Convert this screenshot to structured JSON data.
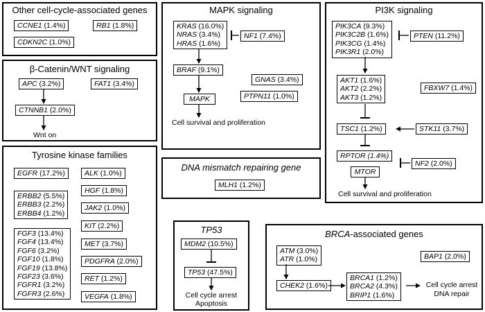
{
  "panels": {
    "other": {
      "title": "Other cell-cycle-associated genes",
      "genes": {
        "ccne1": {
          "name": "CCNE1",
          "pct": " (1.4%)"
        },
        "rb1": {
          "name": "RB1",
          "pct": " (1.8%)"
        },
        "cdkn2c": {
          "name": "CDKN2C",
          "pct": " (1.0%)"
        }
      }
    },
    "wnt": {
      "title": "β-Catenin/WNT signaling",
      "genes": {
        "apc": {
          "name": "APC",
          "pct": " (3.2%)"
        },
        "fat1": {
          "name": "FAT1",
          "pct": " (3.4%)"
        },
        "ctnnb1": {
          "name": "CTNNB1",
          "pct": " (2.0%)"
        }
      },
      "outcome": "Wnt on"
    },
    "rtk": {
      "title": "Tyrosine kinase families",
      "genes": {
        "egfr": {
          "name": "EGFR",
          "pct": " (17.2%)"
        },
        "erbb2": {
          "name": "ERBB2",
          "pct": " (5.5%)"
        },
        "erbb3": {
          "name": "ERBB3",
          "pct": " (2.2%)"
        },
        "erbb4": {
          "name": "ERBB4",
          "pct": " (1.2%)"
        },
        "fgf3": {
          "name": "FGF3",
          "pct": " (13.4%)"
        },
        "fgf4": {
          "name": "FGF4",
          "pct": " (13.4%)"
        },
        "fgf6": {
          "name": "FGF6",
          "pct": " (3.2%)"
        },
        "fgf10": {
          "name": "FGF10",
          "pct": " (1.8%)"
        },
        "fgf19": {
          "name": "FGF19",
          "pct": " (13.8%)"
        },
        "fgf23": {
          "name": "FGF23",
          "pct": " (3.6%)"
        },
        "fgfr1": {
          "name": "FGFR1",
          "pct": " (3.2%)"
        },
        "fgfr3": {
          "name": "FGFR3",
          "pct": " (2.6%)"
        },
        "alk": {
          "name": "ALK",
          "pct": " (1.0%)"
        },
        "hgf": {
          "name": "HGF",
          "pct": " (1.8%)"
        },
        "jak2": {
          "name": "JAK2",
          "pct": " (1.0%)"
        },
        "kit": {
          "name": "KIT",
          "pct": " (2.2%)"
        },
        "met": {
          "name": "MET",
          "pct": " (3.7%)"
        },
        "pdgfra": {
          "name": "PDGFRA",
          "pct": " (2.0%)"
        },
        "ret": {
          "name": "RET",
          "pct": " (1.2%)"
        },
        "vegfa": {
          "name": "VEGFA",
          "pct": " (1.8%)"
        }
      }
    },
    "mapk": {
      "title": "MAPK signaling",
      "genes": {
        "kras": {
          "name": "KRAS",
          "pct": " (16.0%)"
        },
        "nras": {
          "name": "NRAS",
          "pct": " (3.4%)"
        },
        "hras": {
          "name": "HRAS",
          "pct": " (1.6%)"
        },
        "nf1": {
          "name": "NF1",
          "pct": " (7.4%)"
        },
        "braf": {
          "name": "BRAF",
          "pct": " (9.1%)"
        },
        "gnas": {
          "name": "GNAS",
          "pct": " (3.4%)"
        },
        "ptpn11": {
          "name": "PTPN11",
          "pct": " (1.0%)"
        },
        "mapk": {
          "name": "MAPK"
        }
      },
      "outcome": "Cell survival and proliferation"
    },
    "mmr": {
      "title": "DNA mismatch repairing gene",
      "genes": {
        "mlh1": {
          "name": "MLH1",
          "pct": " (1.2%)"
        }
      }
    },
    "tp53": {
      "title": "TP53",
      "genes": {
        "mdm2": {
          "name": "MDM2",
          "pct": " (10.5%)"
        },
        "tp53": {
          "name": "TP53",
          "pct": " (47.5%)"
        }
      },
      "outcome1": "Cell cycle arrest",
      "outcome2": "Apoptosis"
    },
    "pi3k": {
      "title": "PI3K signaling",
      "genes": {
        "pik3ca": {
          "name": "PIK3CA",
          "pct": " (9.3%)"
        },
        "pik3c2b": {
          "name": "PIK3C2B",
          "pct": " (1.6%)"
        },
        "pik3cg": {
          "name": "PIK3CG",
          "pct": " (1.4%)"
        },
        "pik3r1": {
          "name": "PIK3R1",
          "pct": " (2.0%)"
        },
        "pten": {
          "name": "PTEN",
          "pct": " (11.2%)"
        },
        "akt1": {
          "name": "AKT1",
          "pct": " (1.6%)"
        },
        "akt2": {
          "name": "AKT2",
          "pct": " (2.2%)"
        },
        "akt3": {
          "name": "AKT3",
          "pct": " (1.2%)"
        },
        "fbxw7": {
          "name": "FBXW7",
          "pct": " (1.4%)"
        },
        "tsc1": {
          "name": "TSC1",
          "pct": " (1.2%)"
        },
        "stk11": {
          "name": "STK11",
          "pct": " (3.7%)"
        },
        "rptor": {
          "name": "RPTOR",
          "pct": " (1.4%)"
        },
        "nf2": {
          "name": "NF2",
          "pct": " (2.0%)"
        },
        "mtor": {
          "name": "MTOR"
        }
      },
      "outcome": "Cell survival and proliferation"
    },
    "brca": {
      "title_gene": "BRCA",
      "title_rest": "-associated genes",
      "genes": {
        "atm": {
          "name": "ATM",
          "pct": " (3.0%)"
        },
        "atr": {
          "name": "ATR",
          "pct": " (1.0%)"
        },
        "bap1": {
          "name": "BAP1",
          "pct": " (2.0%)"
        },
        "chek2": {
          "name": "CHEK2",
          "pct": " (1.6%)"
        },
        "brca1": {
          "name": "BRCA1",
          "pct": " (1.2%)"
        },
        "brca2": {
          "name": "BRCA2",
          "pct": " (4.3%)"
        },
        "brip1": {
          "name": "BRIP1",
          "pct": " (1.6%)"
        }
      },
      "outcome1": "Cell cycle arrest",
      "outcome2": "DNA repair"
    }
  }
}
